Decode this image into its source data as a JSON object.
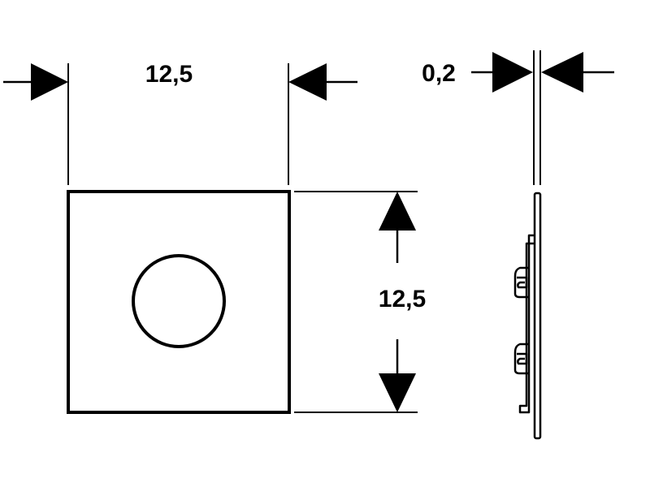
{
  "dimensions": {
    "width_label": "12,5",
    "height_label": "12,5",
    "thickness_label": "0,2"
  },
  "colors": {
    "line": "#000000",
    "background": "#ffffff"
  }
}
